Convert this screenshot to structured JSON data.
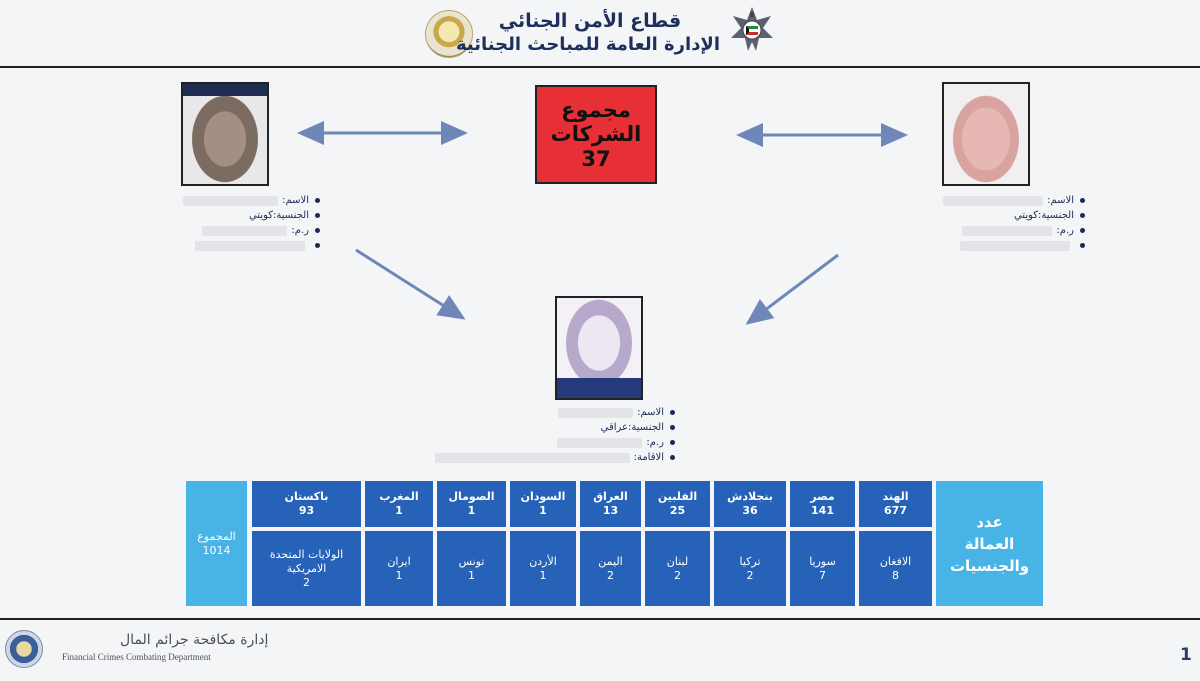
{
  "header": {
    "line1": "قطاع الأمن الجنائي",
    "line2": "الإدارة العامة للمباحث الجنائية"
  },
  "total_box": {
    "line1": "مجموع",
    "line2": "الشركات",
    "count": "37"
  },
  "persons": {
    "left": {
      "name_label": "الاسم:",
      "nationality_label": "الجنسية:",
      "nationality": "كويتي",
      "id_label": "ر.م:"
    },
    "right": {
      "name_label": "الاسم:",
      "nationality_label": "الجنسية:",
      "nationality": "كويتي",
      "id_label": "ر.م:"
    },
    "center": {
      "name_label": "الاسم:",
      "nationality_label": "الجنسية:",
      "nationality": "عراقي",
      "id_label": "ر.م:",
      "residence_label": "الاقامة:"
    }
  },
  "labor_table": {
    "header": "عدد العمالة والجنسيات",
    "total_label": "المجموع",
    "total_value": "1014",
    "top_row": [
      {
        "name": "الهند",
        "value": "677"
      },
      {
        "name": "مصر",
        "value": "141"
      },
      {
        "name": "بنجلادش",
        "value": "36"
      },
      {
        "name": "الفلبين",
        "value": "25"
      },
      {
        "name": "العراق",
        "value": "13"
      },
      {
        "name": "السودان",
        "value": "1"
      },
      {
        "name": "الصومال",
        "value": "1"
      },
      {
        "name": "المغرب",
        "value": "1"
      },
      {
        "name": "باكستان",
        "value": "93"
      }
    ],
    "bottom_row": [
      {
        "name": "الافغان",
        "value": "8"
      },
      {
        "name": "سوريا",
        "value": "7"
      },
      {
        "name": "تركيا",
        "value": "2"
      },
      {
        "name": "لبنان",
        "value": "2"
      },
      {
        "name": "اليمن",
        "value": "2"
      },
      {
        "name": "الأردن",
        "value": "1"
      },
      {
        "name": "تونس",
        "value": "1"
      },
      {
        "name": "ايران",
        "value": "1"
      },
      {
        "name": "الولايات المتحدة الامريكية",
        "value": "2"
      }
    ]
  },
  "footer": {
    "department_ar": "إدارة مكافحة جرائم المال",
    "department_en": "Financial Crimes Combating Department",
    "page_number": "1"
  },
  "colors": {
    "table_dark": "#2663b8",
    "table_light": "#48b4e6",
    "total_box": "#e63036",
    "arrows": "#6f86b8"
  }
}
